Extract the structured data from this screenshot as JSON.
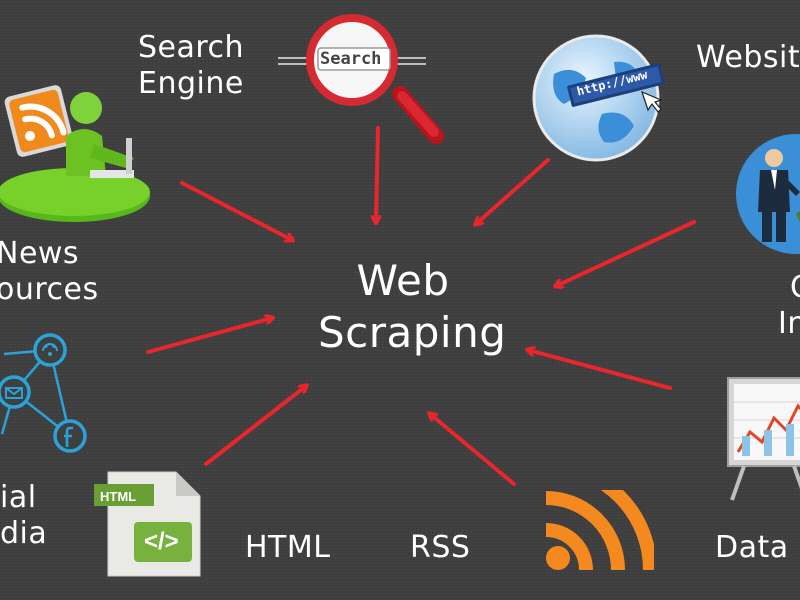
{
  "center": {
    "line1": "Web",
    "line2": "Scraping"
  },
  "labels": {
    "search_engine_1": "Search",
    "search_engine_2": "Engine",
    "websites": "Websites",
    "news_1": "News",
    "news_2": "ources",
    "social_1": "ial",
    "social_2": "dia",
    "html": "HTML",
    "rss": "RSS",
    "data": "Data C",
    "other_1": "O",
    "other_2": "In"
  },
  "search_box": {
    "text": "Search"
  },
  "browser_url": {
    "text": "http://www"
  },
  "html_doc": {
    "tag": "HTML",
    "code": "</>"
  },
  "icons": [
    "rss-user-icon",
    "magnifier-search-icon",
    "globe-url-icon",
    "businessmen-icon",
    "social-network-icon",
    "html-document-icon",
    "rss-feed-icon",
    "chart-board-icon"
  ],
  "colors": {
    "background": "#3f3f40",
    "arrow": "#e8262b",
    "chalk": "#ffffff",
    "rss_orange": "#f48a1f",
    "social_blue": "#2aa3d8",
    "user_green": "#6fcf1a"
  }
}
